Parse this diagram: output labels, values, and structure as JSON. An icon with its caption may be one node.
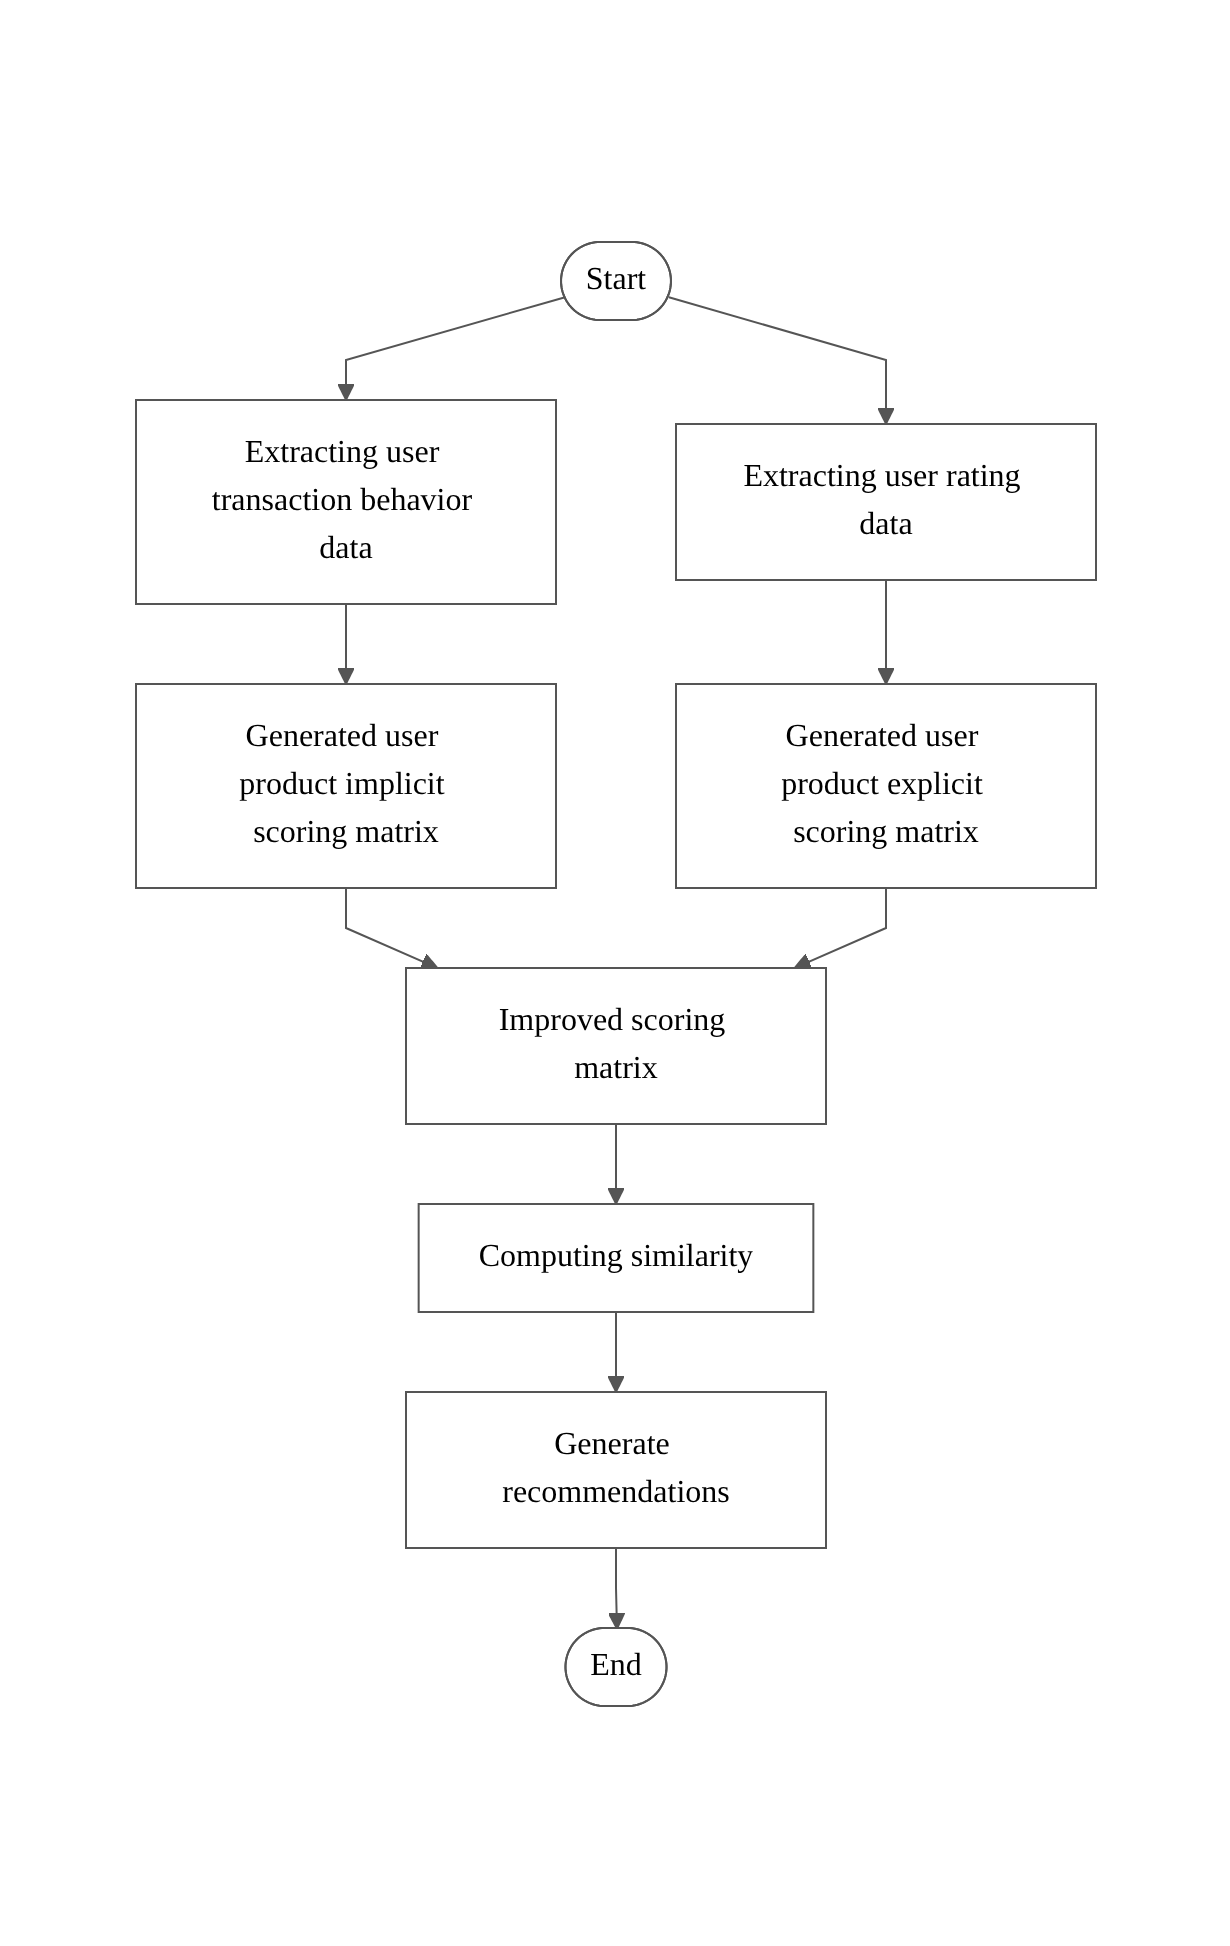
{
  "diagram": {
    "nodes": [
      {
        "text": [
          "Start"
        ]
      },
      {
        "text": [
          "Extracting user transaction behavior data"
        ]
      },
      {
        "text": [
          "Extracting user rating data"
        ]
      },
      {
        "text": [
          "Generated user product implicit scoring matrix"
        ]
      },
      {
        "text": [
          "Generated user product explicit scoring matrix"
        ]
      },
      {
        "text": [
          "Improved scoring matrix"
        ]
      },
      {
        "text": [
          "Computing similarity"
        ]
      },
      {
        "text": [
          "Generate recommendations"
        ]
      },
      {
        "text": [
          "End"
        ]
      }
    ],
    "edges": [
      {
        "from": 0,
        "to": 1,
        "arrow": "to"
      },
      {
        "from": 0,
        "to": 2,
        "arrow": "to"
      },
      {
        "from": 1,
        "to": 3,
        "arrow": "to"
      },
      {
        "from": 2,
        "to": 4,
        "arrow": "to"
      },
      {
        "from": 3,
        "to": 5,
        "arrow": "to"
      },
      {
        "from": 4,
        "to": 5,
        "arrow": "to"
      },
      {
        "from": 5,
        "to": 6,
        "arrow": "to"
      },
      {
        "from": 6,
        "to": 7,
        "arrow": "to"
      },
      {
        "from": 7,
        "to": 8,
        "arrow": "to"
      }
    ]
  }
}
